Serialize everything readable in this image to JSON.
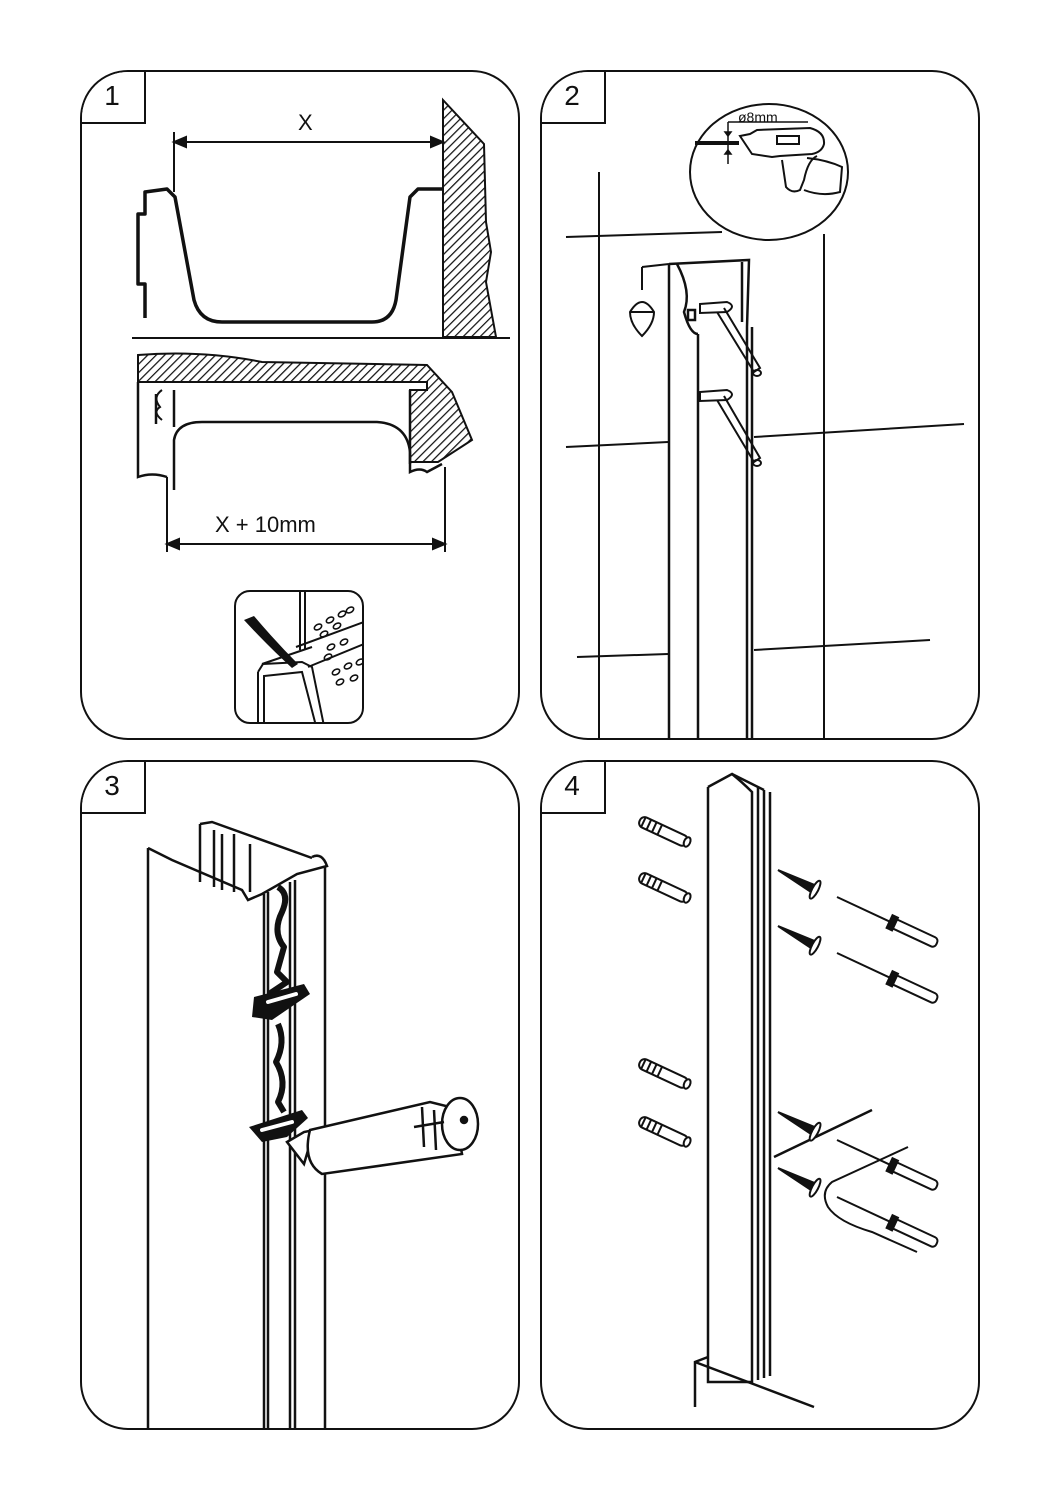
{
  "document": {
    "type": "installation-instructions",
    "steps": [
      {
        "number": "1",
        "description": "Measure distance X and cut profile to X + 10mm; apply sealant",
        "labels": {
          "measure_top": "X",
          "measure_bottom": "X + 10mm"
        },
        "icons": [
          "bath-cross-section",
          "wall-hatch",
          "measure-arrow",
          "sealant-inset"
        ]
      },
      {
        "number": "2",
        "description": "Align profile with plumb line, mark and drill holes",
        "labels": {
          "drill_size": "ø8mm"
        },
        "icons": [
          "plumb-bob",
          "drill",
          "wall-profile",
          "pencil-marker"
        ]
      },
      {
        "number": "3",
        "description": "Apply silicone sealant along profile",
        "labels": {},
        "icons": [
          "wall-profile",
          "silicone-cartridge",
          "sealant-bead"
        ]
      },
      {
        "number": "4",
        "description": "Insert wall plugs and fix profile with screws",
        "labels": {},
        "icons": [
          "wall-plug",
          "screw",
          "screwdriver",
          "wall-profile"
        ]
      }
    ]
  },
  "colors": {
    "ink": "#111111",
    "paper": "#ffffff"
  }
}
